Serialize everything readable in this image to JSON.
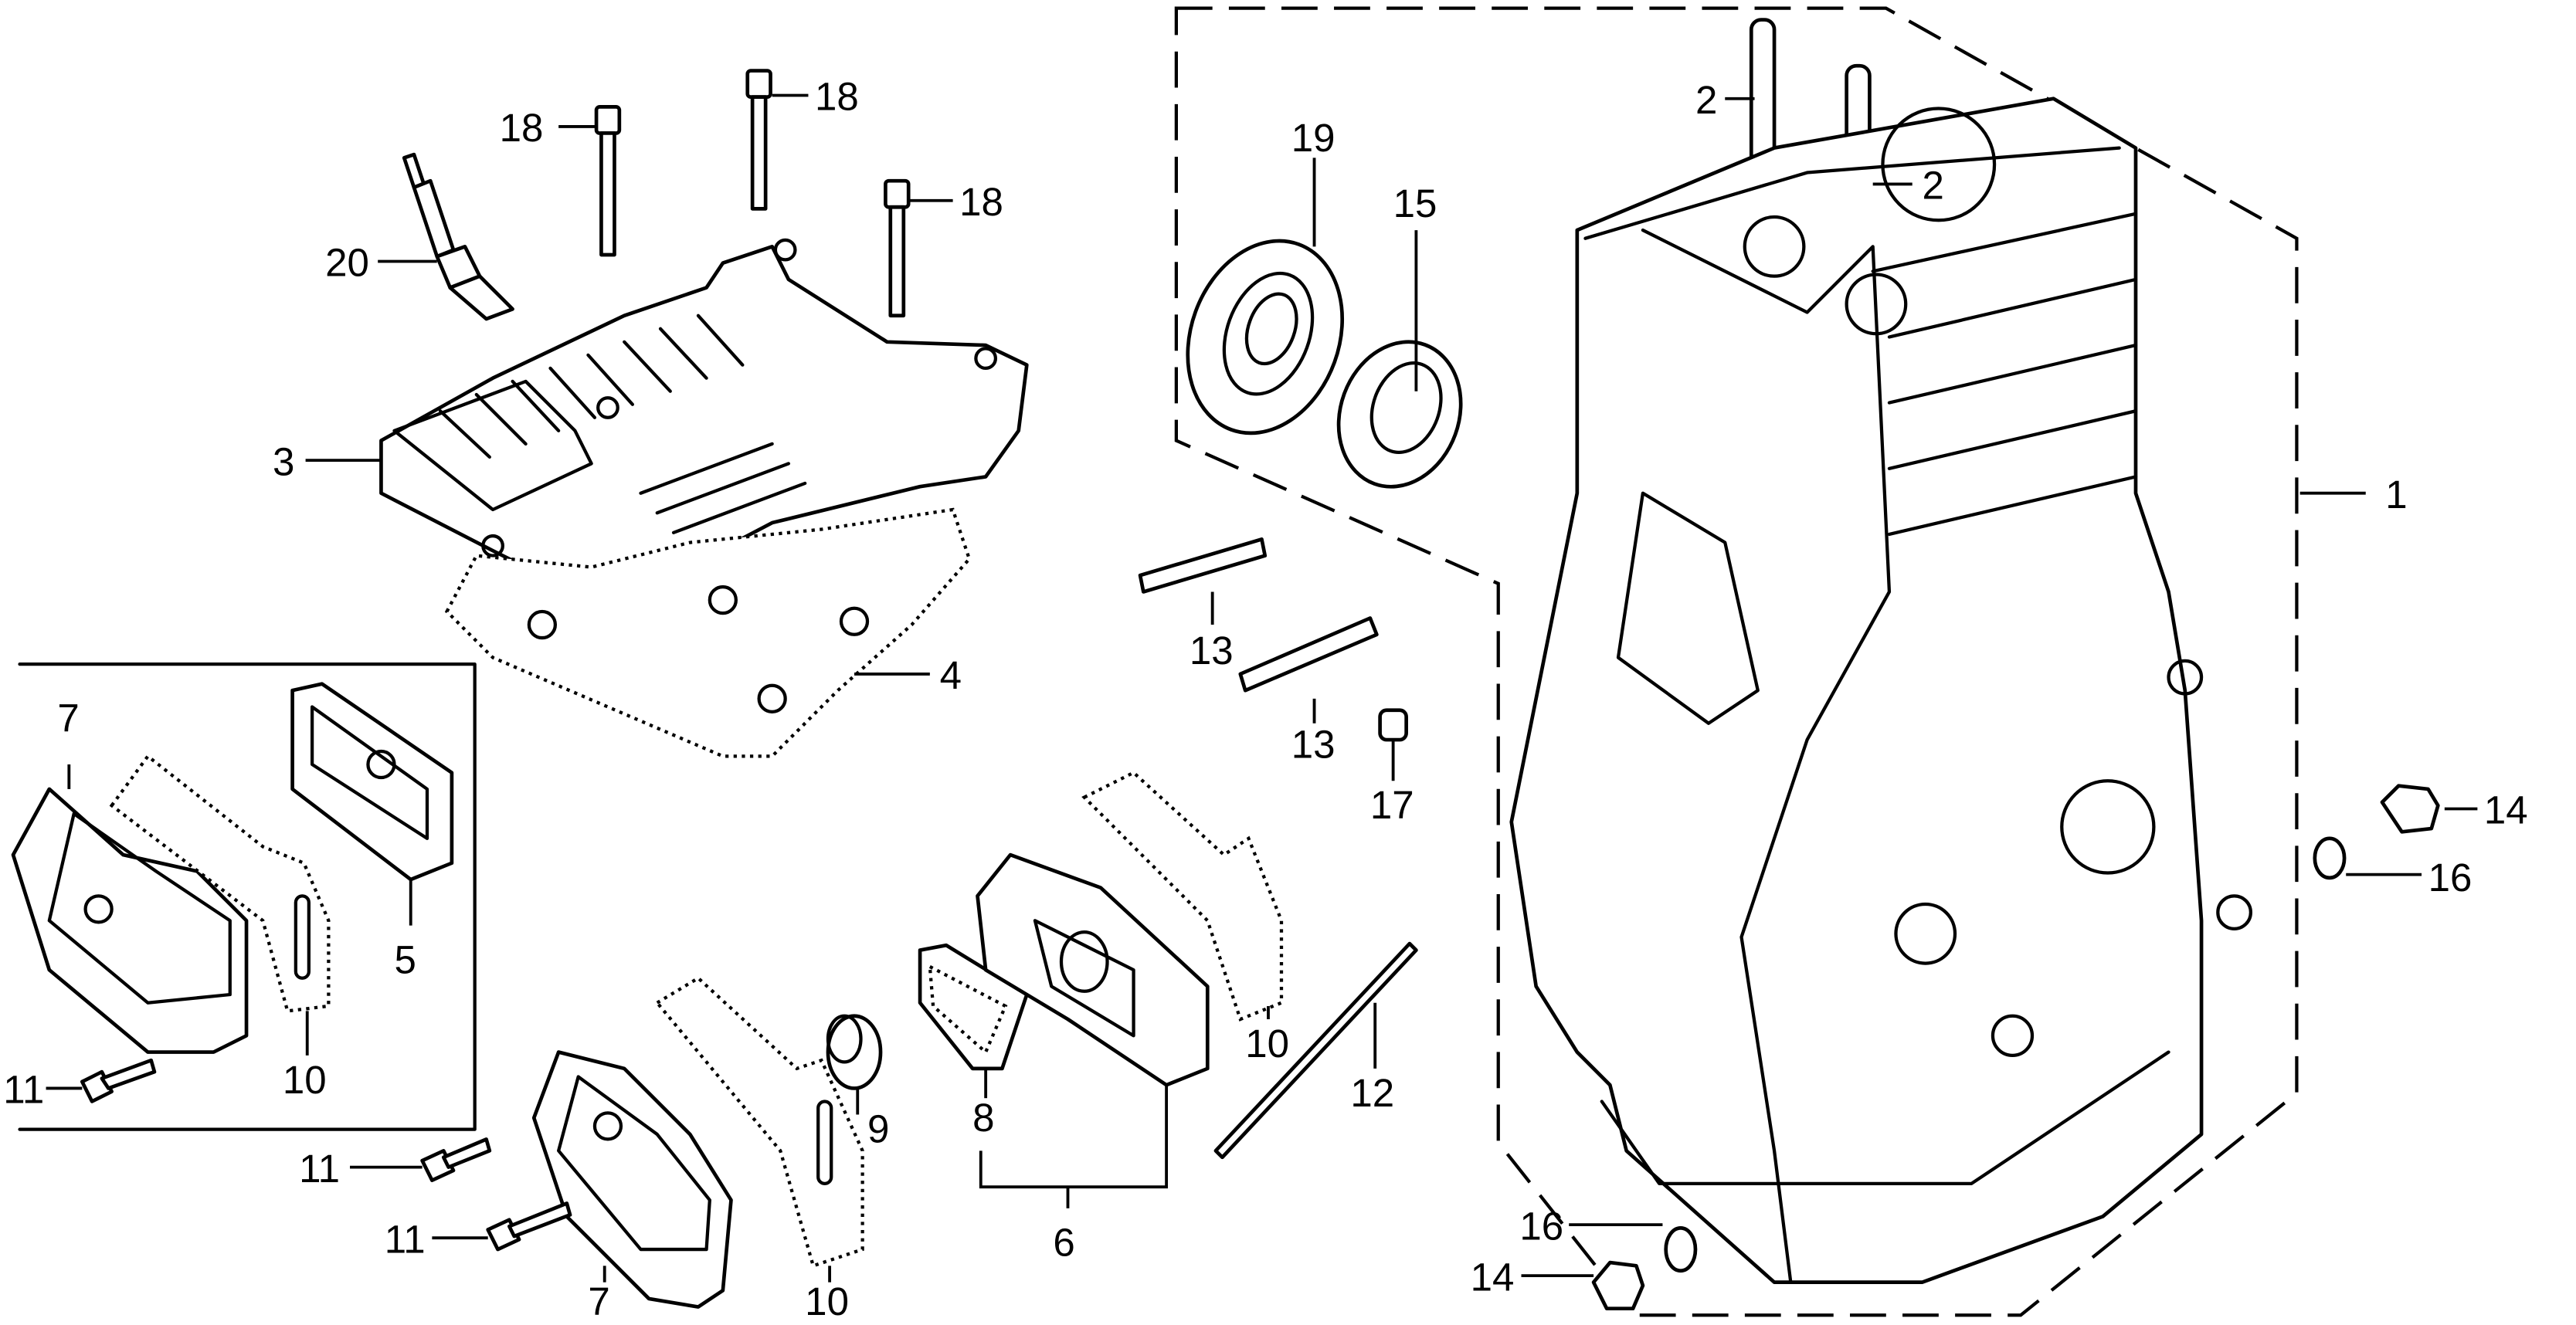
{
  "diagram": {
    "type": "exploded-parts-diagram",
    "subject": "engine cylinder block and head assembly",
    "colors": {
      "ink": "#000000",
      "background": "#ffffff"
    },
    "callouts": [
      {
        "id": "c1",
        "number": "1",
        "part": "cylinder-block"
      },
      {
        "id": "c2a",
        "number": "2",
        "part": "dowel-pin"
      },
      {
        "id": "c2b",
        "number": "2",
        "part": "dowel-pin"
      },
      {
        "id": "c3",
        "number": "3",
        "part": "cylinder-head"
      },
      {
        "id": "c4",
        "number": "4",
        "part": "head-gasket"
      },
      {
        "id": "c5",
        "number": "5",
        "part": "breather-plate"
      },
      {
        "id": "c6",
        "number": "6",
        "part": "breather-assembly"
      },
      {
        "id": "c7a",
        "number": "7",
        "part": "cover"
      },
      {
        "id": "c7b",
        "number": "7",
        "part": "cover"
      },
      {
        "id": "c8",
        "number": "8",
        "part": "filter-element"
      },
      {
        "id": "c9",
        "number": "9",
        "part": "collar"
      },
      {
        "id": "c10a",
        "number": "10",
        "part": "gasket"
      },
      {
        "id": "c10b",
        "number": "10",
        "part": "gasket"
      },
      {
        "id": "c10c",
        "number": "10",
        "part": "gasket"
      },
      {
        "id": "c11a",
        "number": "11",
        "part": "bolt"
      },
      {
        "id": "c11b",
        "number": "11",
        "part": "bolt"
      },
      {
        "id": "c11c",
        "number": "11",
        "part": "bolt"
      },
      {
        "id": "c12",
        "number": "12",
        "part": "stud-bolt"
      },
      {
        "id": "c13a",
        "number": "13",
        "part": "stud-bolt"
      },
      {
        "id": "c13b",
        "number": "13",
        "part": "stud-bolt"
      },
      {
        "id": "c14a",
        "number": "14",
        "part": "drain-plug"
      },
      {
        "id": "c14b",
        "number": "14",
        "part": "drain-plug"
      },
      {
        "id": "c15",
        "number": "15",
        "part": "oil-seal"
      },
      {
        "id": "c16a",
        "number": "16",
        "part": "washer"
      },
      {
        "id": "c16b",
        "number": "16",
        "part": "washer"
      },
      {
        "id": "c17",
        "number": "17",
        "part": "pin"
      },
      {
        "id": "c18a",
        "number": "18",
        "part": "flange-bolt"
      },
      {
        "id": "c18b",
        "number": "18",
        "part": "flange-bolt"
      },
      {
        "id": "c18c",
        "number": "18",
        "part": "flange-bolt"
      },
      {
        "id": "c19",
        "number": "19",
        "part": "ball-bearing"
      },
      {
        "id": "c20",
        "number": "20",
        "part": "spark-plug"
      }
    ]
  }
}
